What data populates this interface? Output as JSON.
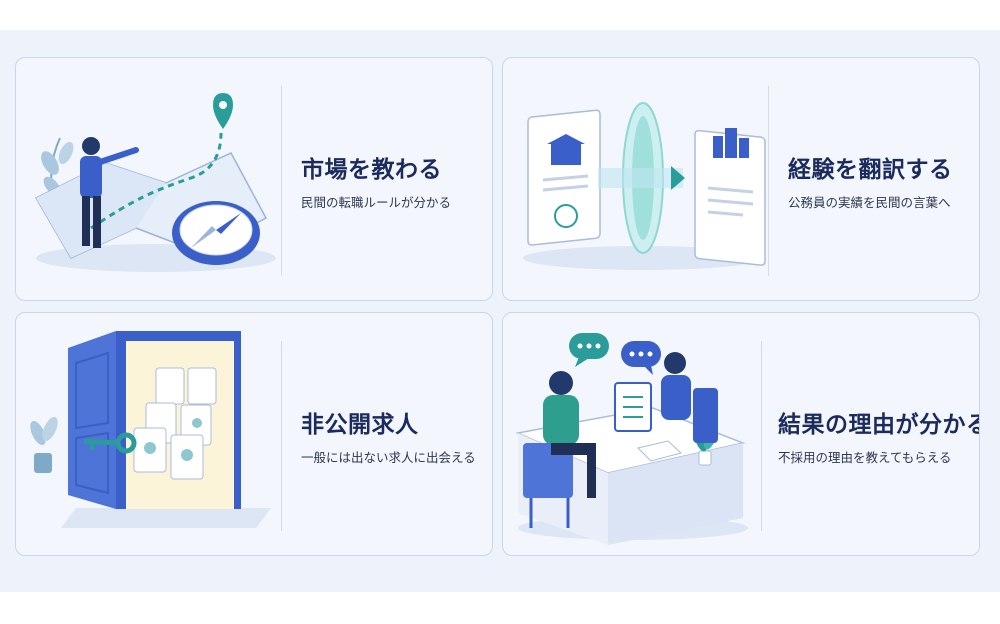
{
  "cards": [
    {
      "title": "市場を教わる",
      "subtitle": "民間の転職ルールが分かる",
      "icon": "map-guide-icon"
    },
    {
      "title": "経験を翻訳する",
      "subtitle": "公務員の実績を民間の言葉へ",
      "icon": "document-translate-icon"
    },
    {
      "title": "非公開求人",
      "subtitle": "一般には出ない求人に出会える",
      "icon": "door-key-icon"
    },
    {
      "title": "結果の理由が分かる",
      "subtitle": "不採用の理由を教えてもらえる",
      "icon": "interview-feedback-icon"
    }
  ],
  "colors": {
    "accent": "#3a5fc8",
    "teal": "#2a9d9a",
    "title": "#1c2b5e",
    "band": "#eef3fb"
  }
}
